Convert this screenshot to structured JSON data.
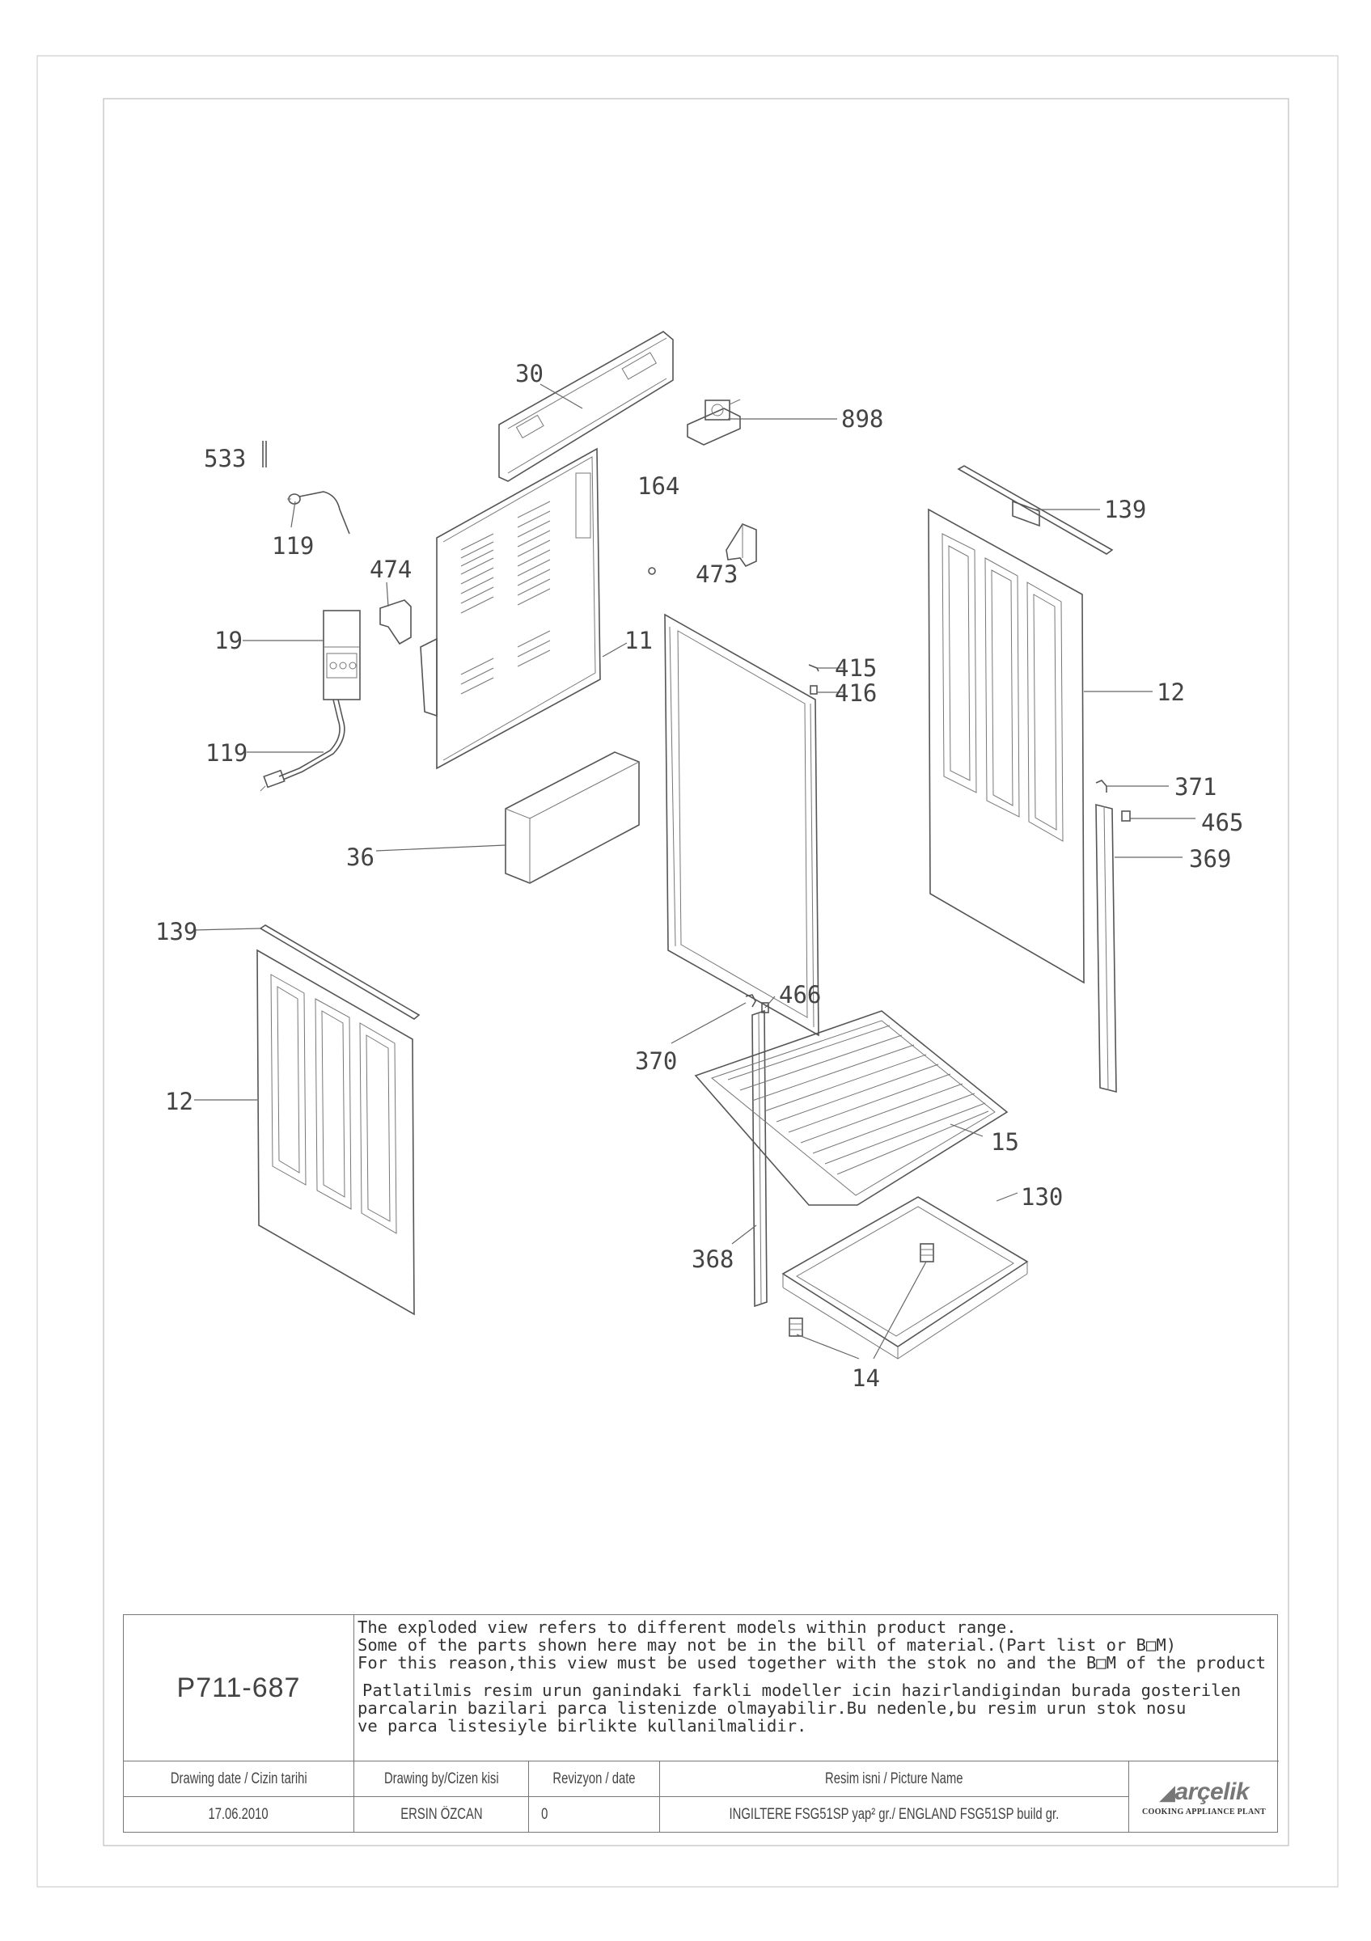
{
  "callouts": {
    "c30": "30",
    "c898": "898",
    "c533": "533",
    "c164": "164",
    "c139a": "139",
    "c119a": "119",
    "c474": "474",
    "c473": "473",
    "c19": "19",
    "c11": "11",
    "c415": "415",
    "c416": "416",
    "c12a": "12",
    "c119b": "119",
    "c371": "371",
    "c465": "465",
    "c36": "36",
    "c369": "369",
    "c139b": "139",
    "c466": "466",
    "c370": "370",
    "c12b": "12",
    "c15": "15",
    "c130": "130",
    "c368": "368",
    "c14": "14"
  },
  "title_block": {
    "drawing_code": "P711-687",
    "note_en_1": "The exploded view refers to different models within product range.",
    "note_en_2": "Some of the parts shown here may not be in the bill of material.(Part list or B□M)",
    "note_en_3": "For this reason,this view must be used together with the stok no and the B□M of the product",
    "note_tr_1": "Patlatilmis resim urun ganindaki farkli modeller icin hazirlandigindan burada gosterilen",
    "note_tr_2": "parcalarin bazilari parca listenizde olmayabilir.Bu nedenle,bu resim urun stok nosu",
    "note_tr_3": "ve parca listesiyle birlikte kullanilmalidir.",
    "hdr_date": "Drawing date / Cizin tarihi",
    "hdr_by": "Drawing by/Cizen kisi",
    "hdr_rev": "Revizyon / date",
    "hdr_name": "Resim isni / Picture Name",
    "val_date": "17.06.2010",
    "val_by": "ERSIN ÖZCAN",
    "val_rev": "0",
    "val_name": "INGILTERE FSG51SP yap² gr./ ENGLAND FSG51SP build gr.",
    "logo_word": "arçelik",
    "logo_sub": "COOKING APPLIANCE PLANT"
  }
}
